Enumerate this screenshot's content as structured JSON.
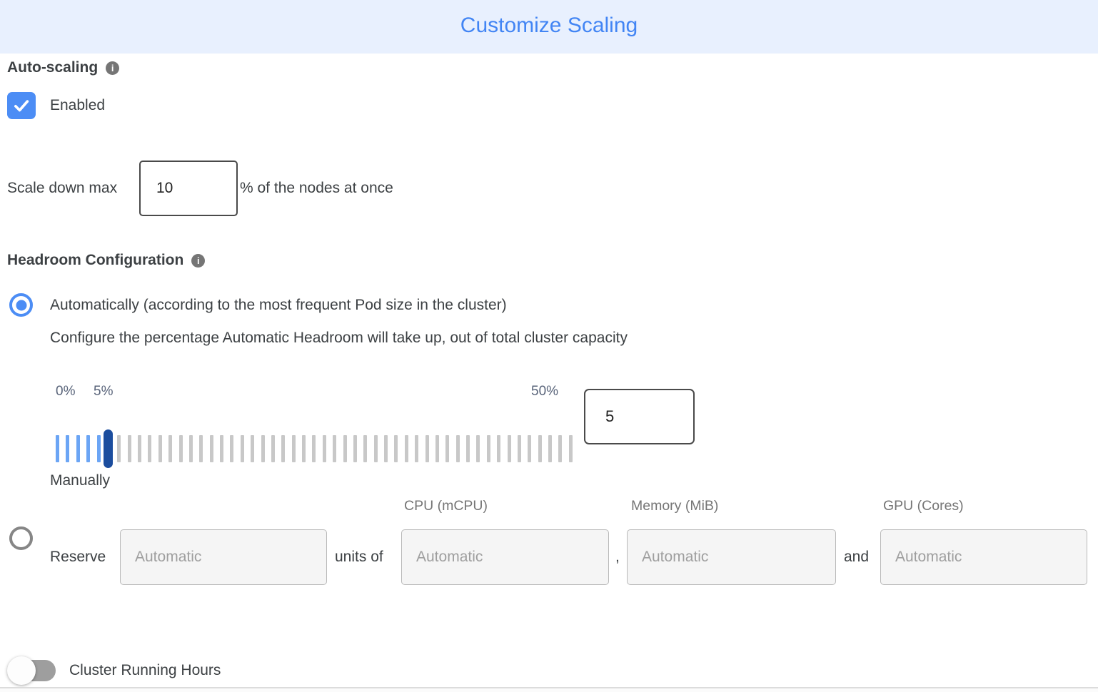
{
  "header": {
    "title": "Customize Scaling"
  },
  "icons": {
    "info": "i"
  },
  "auto_scaling": {
    "label": "Auto-scaling",
    "enabled_label": "Enabled",
    "checked": true
  },
  "scale_down": {
    "prefix": "Scale down max",
    "value": "10",
    "suffix": "% of the nodes at once"
  },
  "headroom": {
    "label": "Headroom Configuration",
    "auto_option": "Automatically (according to the most frequent Pod size in the cluster)",
    "auto_description": "Configure the percentage Automatic Headroom will take up, out of total cluster capacity",
    "slider": {
      "min_label": "0%",
      "current_label": "5%",
      "max_label": "50%",
      "min": 0,
      "max": 50,
      "value": 5,
      "tick_count": 51
    },
    "value_input": "5",
    "manual_option": "Manually"
  },
  "reserve": {
    "label": "Reserve",
    "units_of": "units of",
    "comma": ",",
    "and": "and",
    "placeholder": "Automatic",
    "columns": [
      "CPU (mCPU)",
      "Memory (MiB)",
      "GPU (Cores)"
    ]
  },
  "cluster_running_hours": {
    "label": "Cluster Running Hours",
    "enabled": false
  },
  "colors": {
    "header_bg": "#e8f0fe",
    "title_blue": "#4285f4",
    "accent_blue": "#4c8df5",
    "tick_active": "#6ba5f5",
    "tick_inactive": "#c8c8c8",
    "thumb_navy": "#1b4d9e",
    "label_slate": "#59647a",
    "muted_gray": "#757575",
    "border_dark": "#4a4a4a",
    "divider": "#dcdcdc",
    "toggle_track": "#9e9e9e"
  }
}
